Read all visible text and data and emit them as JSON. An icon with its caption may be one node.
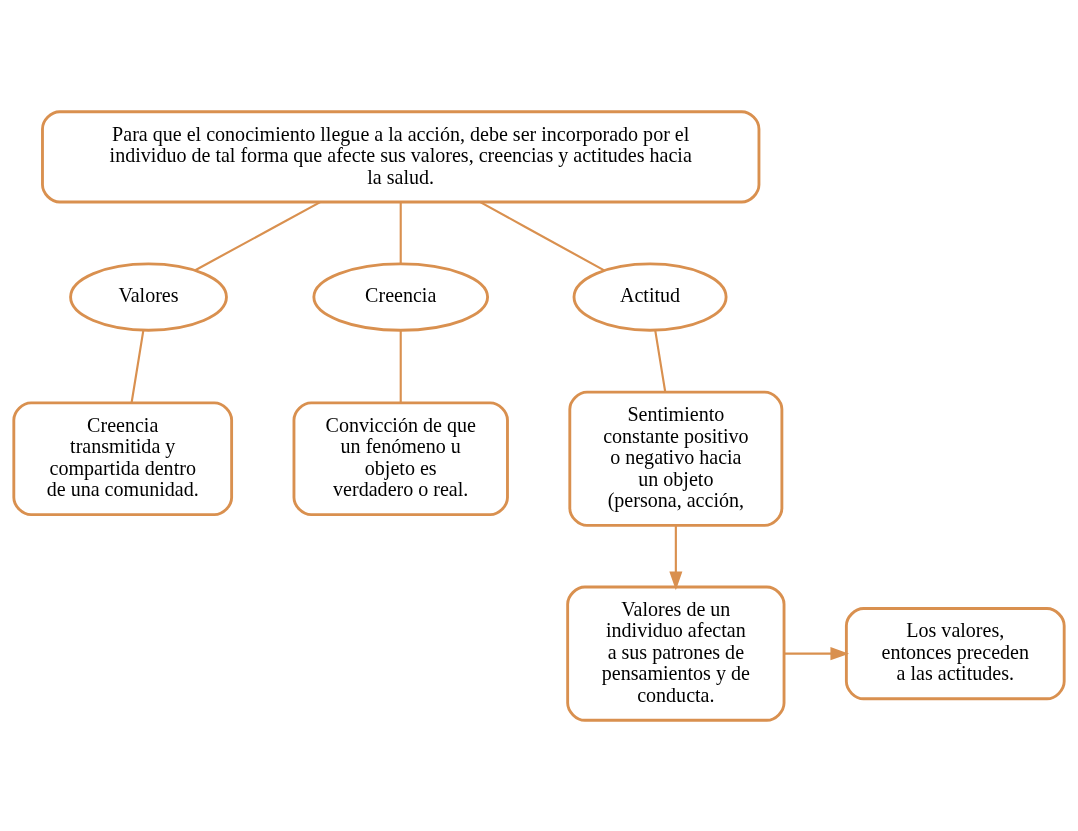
{
  "diagram": {
    "nodes": [
      {
        "text": [
          "Para que el conocimiento llegue a la acción, debe ser incorporado por el individuo de tal forma que afecte sus valores, creencias y actitudes hacia la salud."
        ]
      },
      {
        "text": [
          "Valores"
        ]
      },
      {
        "text": [
          "Creencia"
        ]
      },
      {
        "text": [
          "Actitud"
        ]
      },
      {
        "text": [
          "Creencia transmitida y compartida dentro de una comunidad."
        ]
      },
      {
        "text": [
          "Convicción de que un fenómeno u objeto es verdadero o real."
        ]
      },
      {
        "text": [
          "Sentimiento constante positivo o negativo hacia un objeto (persona, acción,"
        ]
      },
      {
        "text": [
          "Valores de un individuo afectan a sus patrones de pensamientos y de conducta."
        ]
      },
      {
        "text": [
          "Los valores, entonces preceden a las actitudes."
        ]
      }
    ],
    "edges": [
      {
        "from": 0,
        "to": 1,
        "arrow": "none"
      },
      {
        "from": 0,
        "to": 2,
        "arrow": "none"
      },
      {
        "from": 0,
        "to": 3,
        "arrow": "none"
      },
      {
        "from": 1,
        "to": 4,
        "arrow": "none"
      },
      {
        "from": 2,
        "to": 5,
        "arrow": "none"
      },
      {
        "from": 3,
        "to": 6,
        "arrow": "none"
      },
      {
        "from": 6,
        "to": 7,
        "arrow": "to"
      },
      {
        "from": 7,
        "to": 8,
        "arrow": "to"
      }
    ]
  }
}
